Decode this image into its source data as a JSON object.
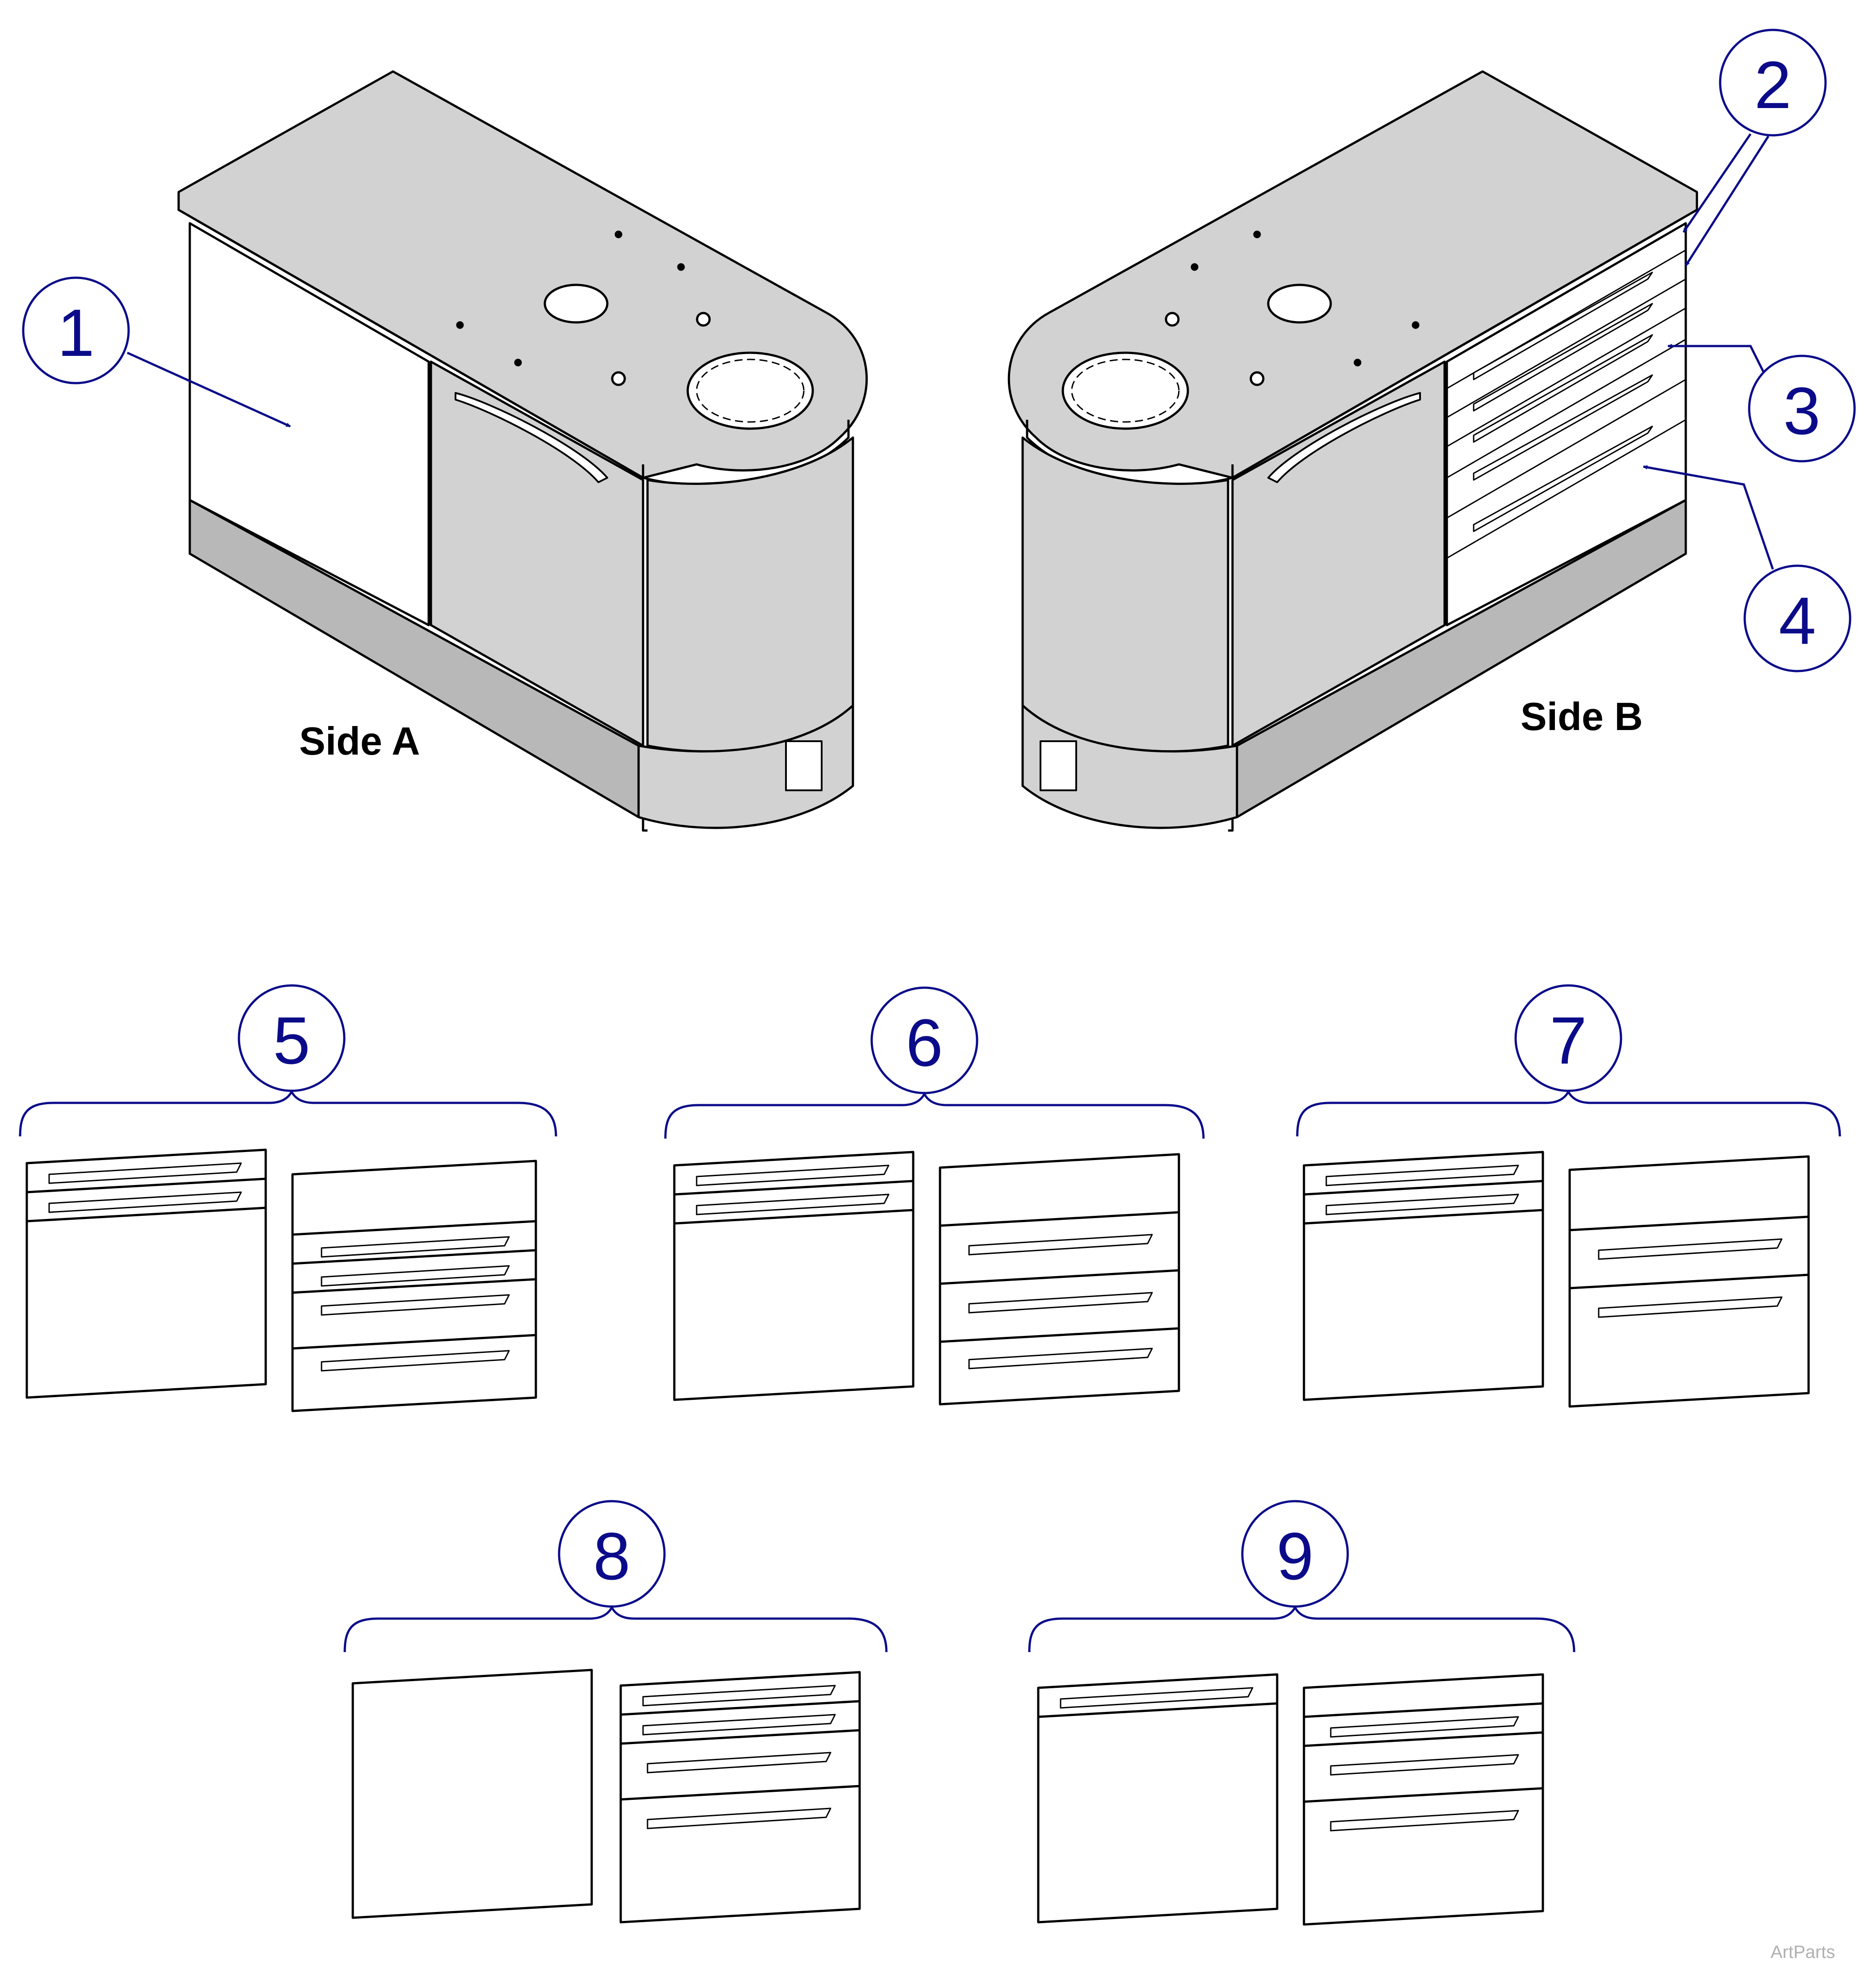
{
  "figure": {
    "side_a_label": "Side A",
    "side_b_label": "Side B",
    "watermark": "ArtParts",
    "callouts": [
      "1",
      "2",
      "3",
      "4",
      "5",
      "6",
      "7",
      "8",
      "9"
    ]
  },
  "colors": {
    "callout": "#0b0b8a",
    "line": "#000000",
    "fill_gray": "#d2d2d2",
    "fill_white": "#ffffff"
  }
}
